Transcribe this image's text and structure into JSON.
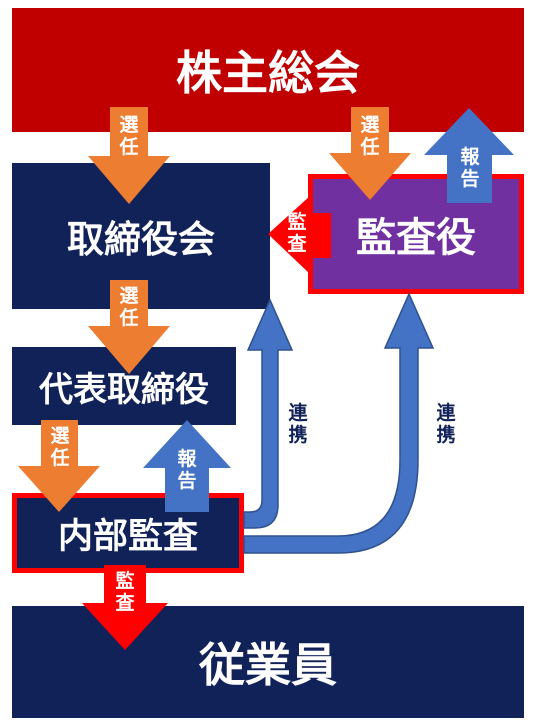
{
  "nodes": {
    "shareholders": "株主総会",
    "board": "取締役会",
    "auditor": "監査役",
    "ceo": "代表取締役",
    "internal_audit": "内部監査",
    "employees": "従業員"
  },
  "labels": {
    "elect": [
      "選",
      "任"
    ],
    "report": [
      "報",
      "告"
    ],
    "audit": [
      "監",
      "査"
    ],
    "coordinate": [
      "連",
      "携"
    ]
  },
  "colors": {
    "navy": "#112259",
    "red_band": "#c00000",
    "purple": "#7030a0",
    "border_red": "#ff0000",
    "arrow_orange": "#ed7d31",
    "arrow_blue": "#4472c4",
    "arrow_red": "#ff0000"
  }
}
